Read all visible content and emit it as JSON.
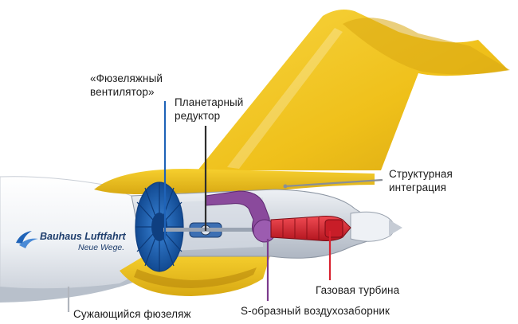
{
  "labels": {
    "fuselage_fan": "«Фюзеляжный\nвентилятор»",
    "planetary_gearbox": "Планетарный\nредуктор",
    "structural_integration": "Структурная\nинтеграция",
    "gas_turbine": "Газовая турбина",
    "s_duct_intake": "S-образный воздухозаборник",
    "tapering_fuselage": "Сужающийся фюзеляж"
  },
  "logo": {
    "name": "Bauhaus Luftfahrt",
    "tagline": "Neue Wege."
  },
  "colors": {
    "fan": "#1f63b8",
    "gearbox": "#2e2e2e",
    "structure": "#8a8f95",
    "turbine": "#d8222f",
    "s_duct": "#7b3a8c",
    "tail": "#f0c21b",
    "fuselage": "#f2f4f7"
  }
}
